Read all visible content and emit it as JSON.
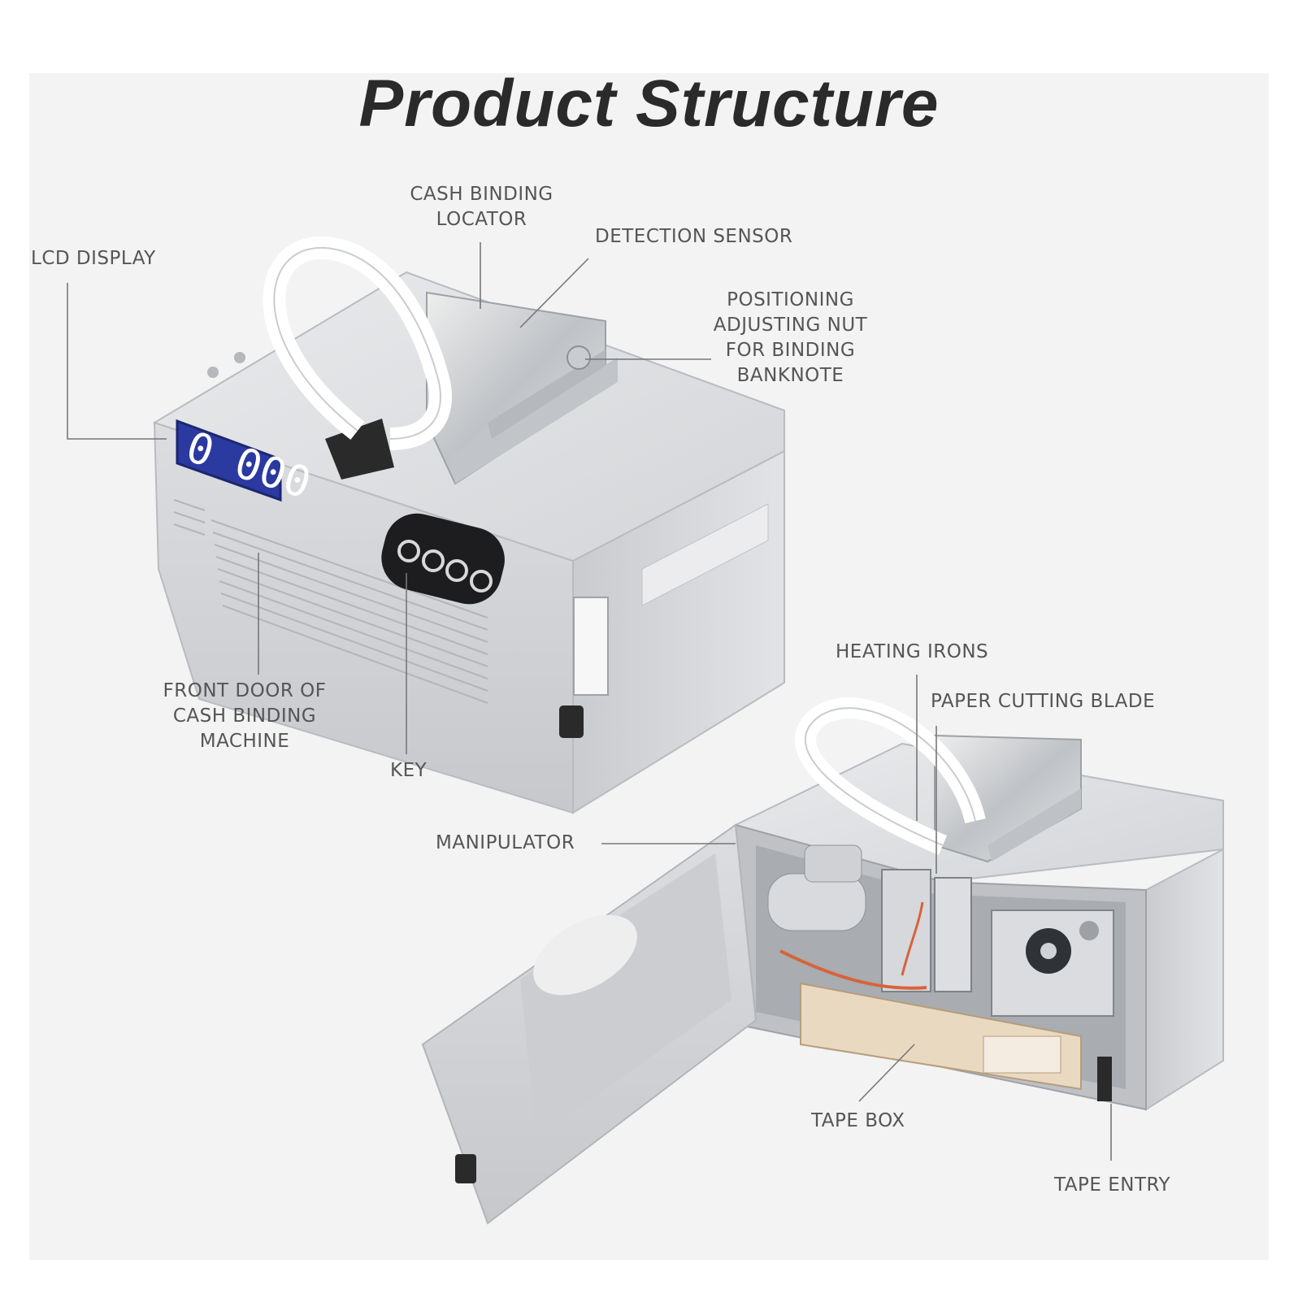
{
  "title": "Product Structure",
  "device": {
    "lcd_readout": "0 000"
  },
  "labels": {
    "cash_binding_locator": [
      "CASH BINDING",
      "LOCATOR"
    ],
    "detection_sensor": "DETECTION SENSOR",
    "lcd_display": "LCD DISPLAY",
    "positioning_nut": [
      "POSITIONING",
      "ADJUSTING NUT",
      "FOR BINDING",
      "BANKNOTE"
    ],
    "front_door": [
      "FRONT DOOR OF",
      "CASH BINDING",
      "MACHINE"
    ],
    "key": "KEY",
    "heating_irons": "HEATING IRONS",
    "paper_cutting_blade": "PAPER CUTTING BLADE",
    "manipulator": "MANIPULATOR",
    "tape_box": "TAPE BOX",
    "tape_entry": "TAPE ENTRY"
  },
  "colors": {
    "background": "#f3f3f3",
    "machine_body": "#d4d6d9",
    "lcd": "#2b3aa0",
    "tape": "#ffffff",
    "heating_wire": "#d9623a"
  }
}
